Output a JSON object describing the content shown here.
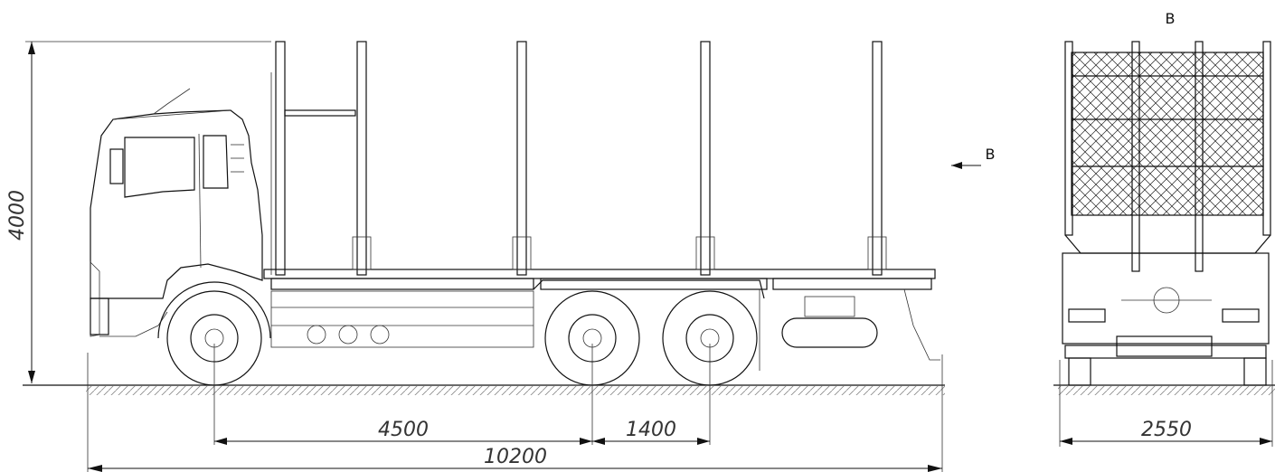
{
  "dimensions": {
    "height": "4000",
    "wheelbase": "4500",
    "tandem": "1400",
    "overall_length": "10200",
    "width": "2550"
  },
  "view": {
    "label": "B",
    "arrow_label": "B"
  }
}
